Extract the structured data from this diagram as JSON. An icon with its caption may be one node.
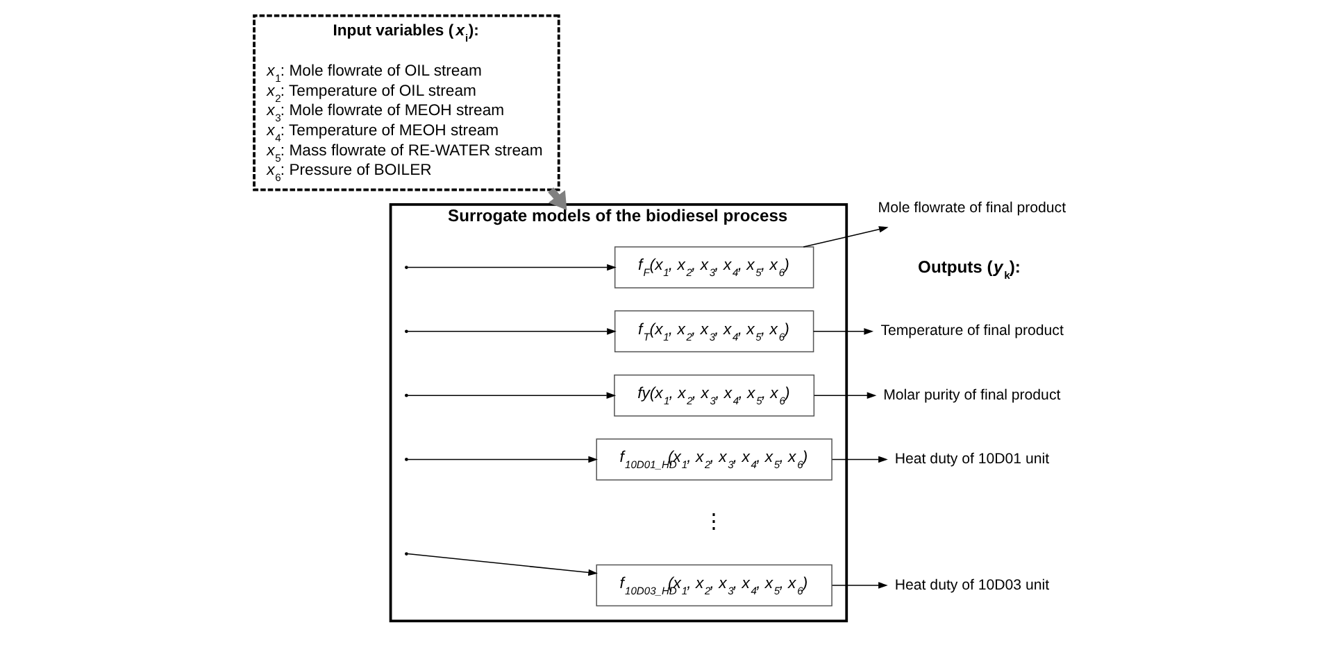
{
  "diagram": {
    "nodes": [
      {
        "text": [
          "Input variables (*x*$_{i}$):",
          "*x*$_{1}$: Mole flowrate of OIL stream",
          "*x*$_{2}$: Temperature of OIL stream",
          "*x*$_{3}$: Mole flowrate of MEOH stream",
          "*x*$_{4}$: Temperature of MEOH stream",
          "*x*$_{5}$: Mass flowrate of RE-WATER stream",
          "*x*$_{6}$: Pressure of BOILER"
        ]
      },
      {
        "text": [
          "Surrogate models of the biodiesel process"
        ]
      },
      {
        "text": [
          "f$_{F}$(x$_{1}$, x$_{2}$, x$_{3}$, x$_{4}$, x$_{5}$, x$_{6}$)"
        ],
        "in": 1
      },
      {
        "text": [
          "fy(x$_{1}$, x$_{2}$, x$_{3}$, x$_{4}$, x$_{5}$, x$_{6}$)"
        ],
        "in": 1
      },
      {
        "text": [
          "f$_{T}$(x$_{1}$, x$_{2}$, x$_{3}$, x$_{4}$, x$_{5}$, x$_{6}$)"
        ],
        "in": 1
      },
      {
        "text": [
          "f$_{10D01_HD}$(x$_{1}$, x$_{2}$, x$_{3}$, x$_{4}$, x$_{5}$, x$_{6}$)"
        ],
        "in": 1
      },
      {
        "text": [
          "f$_{10D03_HD}$(x$_{1}$, x$_{2}$, x$_{3}$, x$_{4}$, x$_{5}$, x$_{6}$)"
        ],
        "in": 1
      },
      {
        "text": [
          "Mole flowrate of final product"
        ]
      },
      {
        "text": [
          "Molar purity of final product"
        ]
      },
      {
        "text": [
          "Temperature of final product"
        ]
      },
      {
        "text": [
          "Heat duty of 10D01 unit"
        ]
      },
      {
        "text": [
          "Heat duty of 10D03 unit"
        ]
      }
    ],
    "edges": [
      {
        "from": 0,
        "to": 1,
        "arrow": "to",
        "style": "thick",
        "color": "#808080"
      },
      {
        "from": null,
        "to": 2,
        "arrow": "to"
      },
      {
        "from": null,
        "to": 3,
        "arrow": "to"
      },
      {
        "from": null,
        "to": 4,
        "arrow": "to"
      },
      {
        "from": null,
        "to": 5,
        "arrow": "to"
      },
      {
        "from": null,
        "to": 6,
        "arrow": "to"
      },
      {
        "from": 2,
        "to": 7,
        "arrow": "to"
      },
      {
        "from": 3,
        "to": 8,
        "arrow": "to"
      },
      {
        "from": 4,
        "to": 9,
        "arrow": "to"
      },
      {
        "from": 5,
        "to": 10,
        "arrow": "to"
      },
      {
        "from": 6,
        "to": 11,
        "arrow": "to"
      }
    ],
    "labels": [
      "Outputs (*y*$_{k}$):",
      "⋮"
    ]
  }
}
